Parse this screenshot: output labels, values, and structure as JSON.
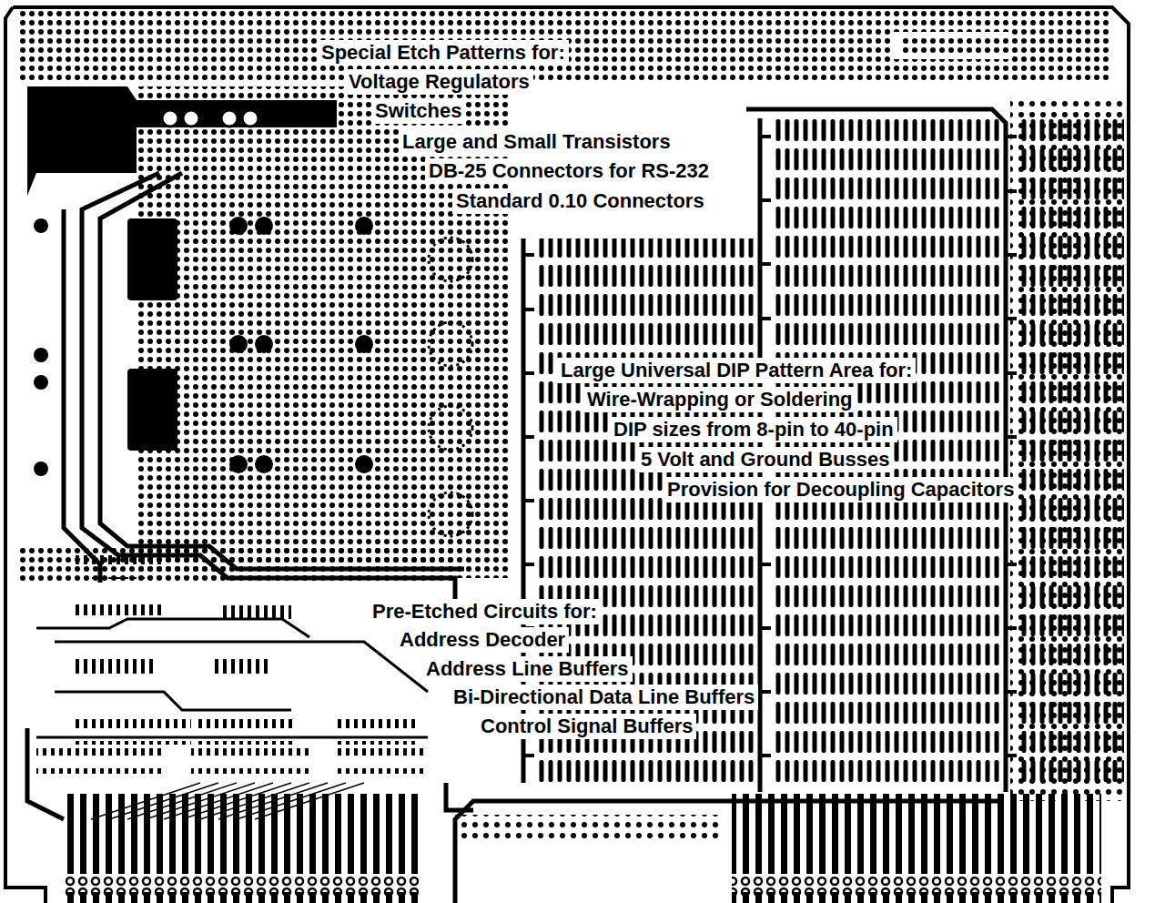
{
  "diagram": {
    "labels": [
      "Special Etch Patterns for:",
      "Voltage Regulators",
      "Switches",
      "Large and Small Transistors",
      "DB-25 Connectors for RS-232",
      "Standard 0.10 Connectors",
      "Large Universal DIP Pattern Area for:",
      "Wire-Wrapping or Soldering",
      "DIP sizes from 8-pin to 40-pin",
      "5 Volt and Ground Busses",
      "Provision for Decoupling Capacitors",
      "Pre-Etched Circuits for:",
      "Address Decoder",
      "Address Line Buffers",
      "Bi-Directional Data Line Buffers",
      "Control Signal Buffers"
    ]
  }
}
